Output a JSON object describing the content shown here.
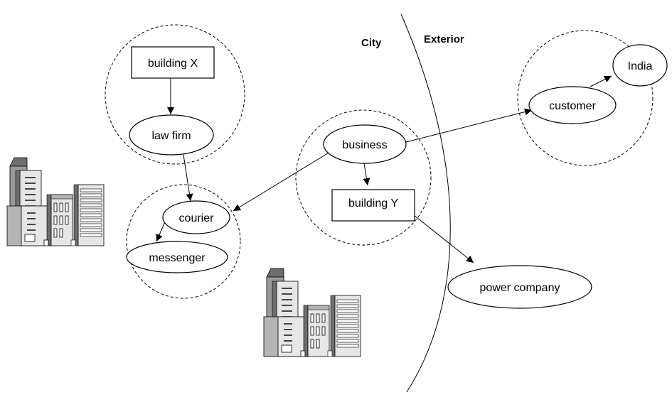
{
  "regions": {
    "city_label": "City",
    "exterior_label": "Exterior"
  },
  "nodes": {
    "building_x": "building X",
    "law_firm": "law firm",
    "courier": "courier",
    "messenger": "messenger",
    "business": "business",
    "building_y": "building Y",
    "customer": "customer",
    "india": "India",
    "power_company": "power company"
  },
  "icons": [
    "city-buildings-icon",
    "city-buildings-icon"
  ],
  "colors": {
    "line": "#000000",
    "background": "#ffffff",
    "building_light": "#e6e6e6",
    "building_mid": "#b4b4b4",
    "building_dark": "#6e6e6e"
  }
}
